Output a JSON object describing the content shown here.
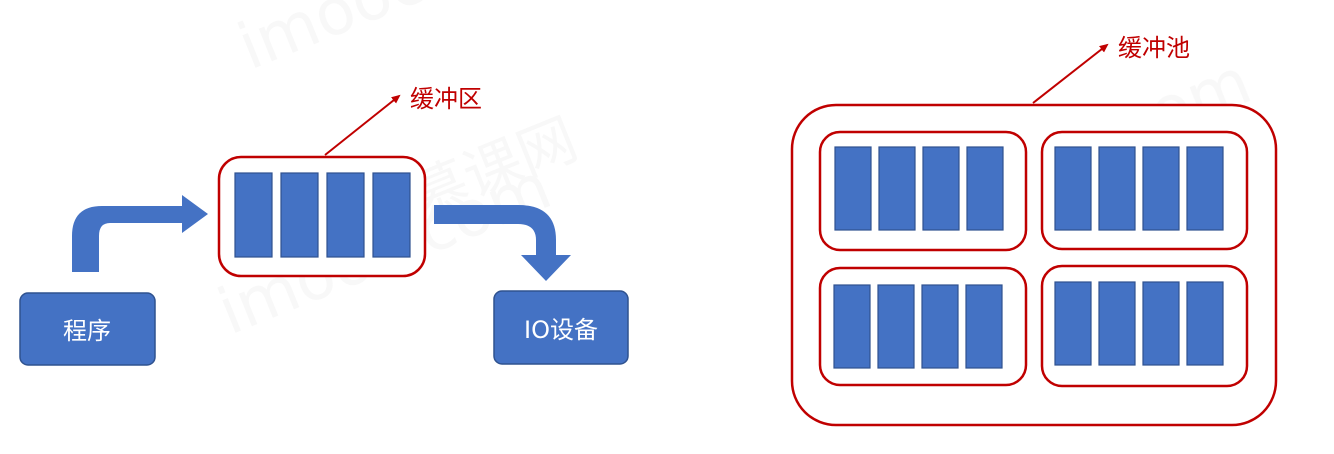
{
  "colors": {
    "block_fill": "#4472C4",
    "block_stroke": "#2F528F",
    "buffer_stroke": "#C00000",
    "label_color": "#C00000",
    "node_text_color": "#FFFFFF",
    "arrow_fill": "#4472C4",
    "background": "#FFFFFF"
  },
  "left_diagram": {
    "program_label": "程序",
    "buffer_label": "缓冲区",
    "device_label": "IO设备",
    "buffer_block_count": 4
  },
  "right_diagram": {
    "pool_label": "缓冲池",
    "buffer_count": 4,
    "blocks_per_buffer": 4
  },
  "watermark": {
    "text": "imooc.com",
    "cn_text": "慕课网"
  }
}
